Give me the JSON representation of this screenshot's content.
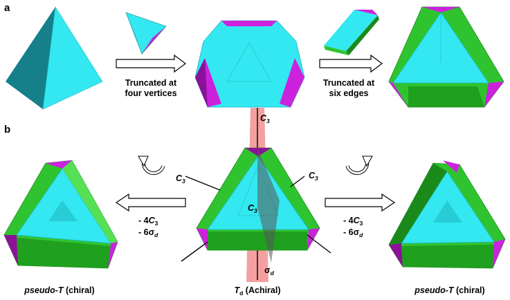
{
  "panels": {
    "a": "a",
    "b": "b"
  },
  "colors": {
    "cyan": "#33e8f0",
    "cyan_dark": "#1fb9c2",
    "teal": "#157f8a",
    "magenta": "#cc22dd",
    "magenta_dark": "#8c1199",
    "green": "#2fc42f",
    "green_dark": "#1a8a1a",
    "green_light": "#55e055",
    "axis_red": "#f08080"
  },
  "steps": {
    "truncate_vertices": {
      "line1": "Truncated at",
      "line2": "four vertices"
    },
    "truncate_edges": {
      "line1": "Truncated at",
      "line2": "six edges"
    }
  },
  "symmetry": {
    "c3_top": {
      "base": "C",
      "sub": "3"
    },
    "c3_left": {
      "base": "C",
      "sub": "3"
    },
    "c3_right": {
      "base": "C",
      "sub": "3"
    },
    "c3_center": {
      "base": "C",
      "sub": "3"
    },
    "sigma_d": {
      "base": "σ",
      "sub": "d"
    },
    "left_ops": {
      "op1": {
        "pre": "- 4",
        "base": "C",
        "sub": "3"
      },
      "op2": {
        "pre": "- 6",
        "base": "σ",
        "sub": "d"
      }
    },
    "right_ops": {
      "op1": {
        "pre": "- 4",
        "base": "C",
        "sub": "3"
      },
      "op2": {
        "pre": "- 6",
        "base": "σ",
        "sub": "d"
      }
    }
  },
  "captions": {
    "left": {
      "ital": "pseudo-T",
      "rest": " (chiral)"
    },
    "center": {
      "base": "T",
      "sub": "d",
      "rest": " (Achiral)"
    },
    "right": {
      "ital": "pseudo-T",
      "rest": " (chiral)"
    }
  },
  "icons": {
    "left_rotation": "counter-rotation-arrow-icon",
    "right_rotation": "rotation-arrow-icon"
  }
}
